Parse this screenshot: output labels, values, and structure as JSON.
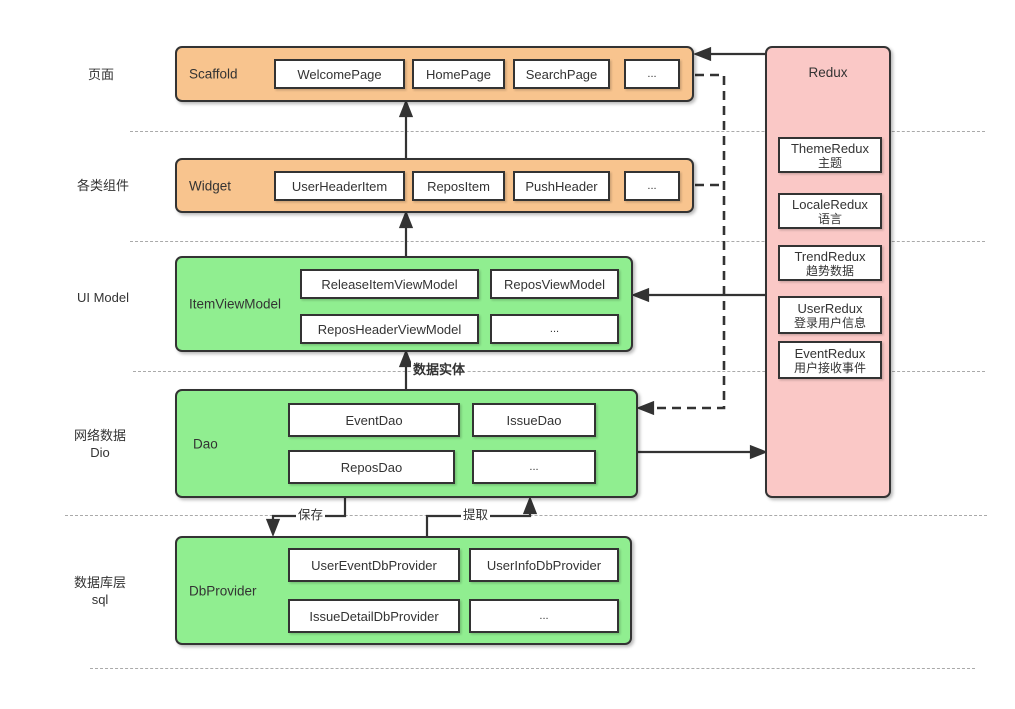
{
  "layers": [
    {
      "side_label_line1": "页面",
      "side_label_line2": "",
      "container_label": "Scaffold",
      "items": [
        "WelcomePage",
        "HomePage",
        "SearchPage",
        "..."
      ]
    },
    {
      "side_label_line1": "各类组件",
      "side_label_line2": "",
      "container_label": "Widget",
      "items": [
        "UserHeaderItem",
        "ReposItem",
        "PushHeader",
        "..."
      ]
    },
    {
      "side_label_line1": "UI Model",
      "side_label_line2": "",
      "container_label": "ItemViewModel",
      "items": [
        "ReleaseItemViewModel",
        "ReposViewModel",
        "ReposHeaderViewModel",
        "..."
      ]
    },
    {
      "side_label_line1": "网络数据",
      "side_label_line2": "Dio",
      "container_label": "Dao",
      "items": [
        "EventDao",
        "IssueDao",
        "ReposDao",
        "..."
      ]
    },
    {
      "side_label_line1": "数据库层",
      "side_label_line2": "sql",
      "container_label": "DbProvider",
      "items": [
        "UserEventDbProvider",
        "UserInfoDbProvider",
        "IssueDetailDbProvider",
        "..."
      ]
    }
  ],
  "redux": {
    "title": "Redux",
    "items": [
      {
        "name": "ThemeRedux",
        "desc": "主题"
      },
      {
        "name": "LocaleRedux",
        "desc": "语言"
      },
      {
        "name": "TrendRedux",
        "desc": "趋势数据"
      },
      {
        "name": "UserRedux",
        "desc": "登录用户信息"
      },
      {
        "name": "EventRedux",
        "desc": "用户接收事件"
      }
    ]
  },
  "edge_labels": {
    "data_entity": "数据实体",
    "save": "保存",
    "extract": "提取"
  },
  "colors": {
    "page_layer_orange": "#F8C48E",
    "logic_layer_green": "#90EE90",
    "redux_layer_pink": "#FAC8C6",
    "border": "#333333",
    "separator": "#AAAAAA",
    "node_bg": "#FFFFFF",
    "text": "#333333"
  }
}
